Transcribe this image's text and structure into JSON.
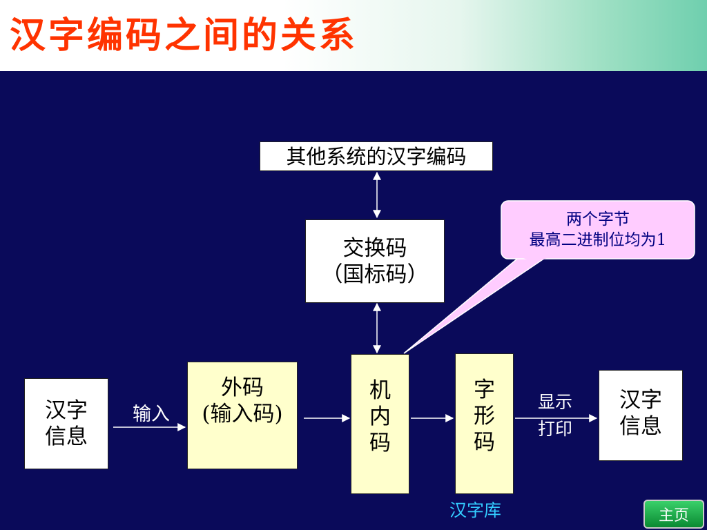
{
  "title": "汉字编码之间的关系",
  "nodes": {
    "other_systems": "其他系统的汉字编码",
    "exchange_code": [
      "交换码",
      "（国标码）"
    ],
    "outer_code": [
      "外码",
      "(输入码)"
    ],
    "internal_code": [
      "机",
      "内",
      "码"
    ],
    "glyph_code": [
      "字",
      "形",
      "码"
    ],
    "hanzi_info_left": [
      "汉字",
      "信息"
    ],
    "hanzi_info_right": [
      "汉字",
      "信息"
    ]
  },
  "edges": {
    "input_label": "输入",
    "output_label": [
      "显示",
      "打印"
    ]
  },
  "callout": [
    "两个字节",
    "最高二进制位均为1"
  ],
  "font_library": "汉字库",
  "home_button": "主页",
  "colors": {
    "title": "#ff3300",
    "background": "#0a0a5a",
    "callout_fill": "#ffccff",
    "callout_text": "#000080",
    "font_library": "#33ccff"
  }
}
